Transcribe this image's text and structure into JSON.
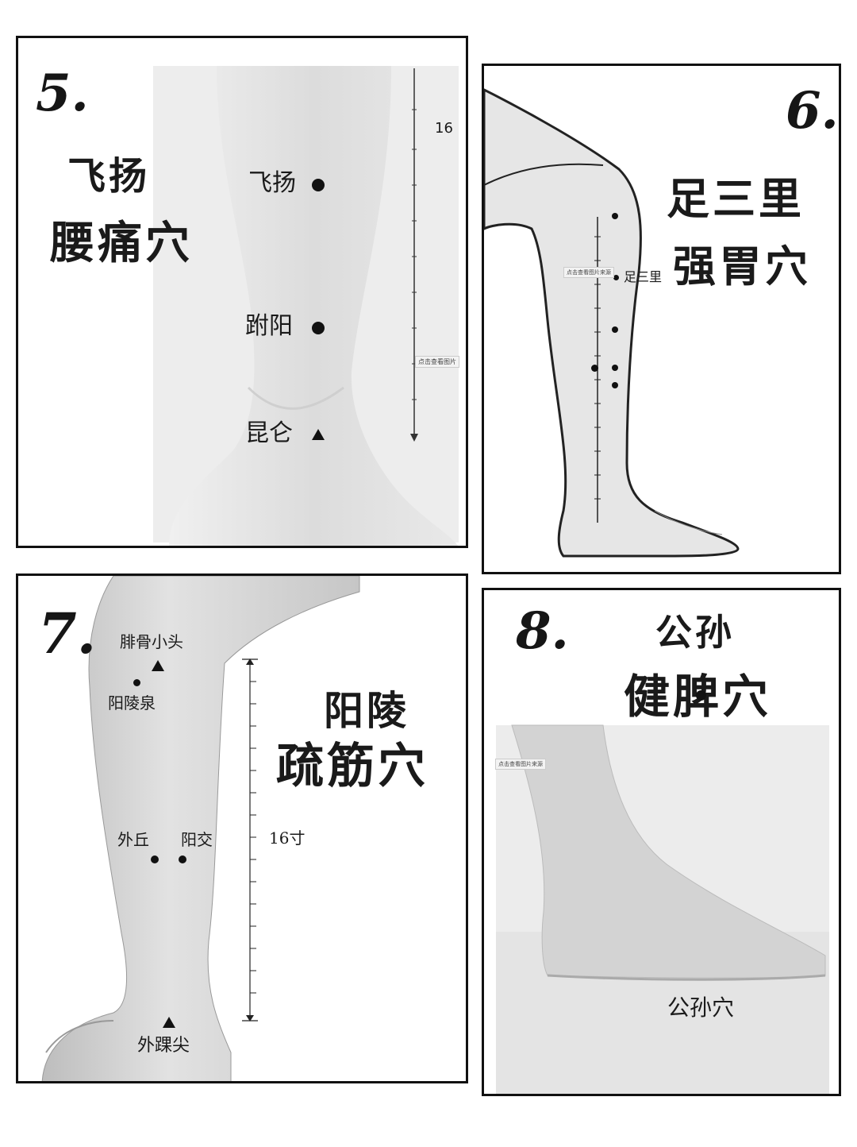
{
  "panel5": {
    "number": "5.",
    "title_line1": "飞扬",
    "title_line2": "腰痛穴",
    "scale_label": "16",
    "point1": "飞扬",
    "point2": "跗阳",
    "point3": "昆仑",
    "watermark": "点击查看图片"
  },
  "panel6": {
    "number": "6.",
    "title_line1": "足三里",
    "title_line2": "强胃穴",
    "point_label": "足三里",
    "watermark": "点击查看图片来源"
  },
  "panel7": {
    "number": "7.",
    "title_line1": "阳陵",
    "title_line2": "疏筋穴",
    "fibula_head": "腓骨小头",
    "yanglingquan": "阳陵泉",
    "waiqiu": "外丘",
    "yangjiao": "阳交",
    "scale_label": "16寸",
    "ankle": "外踝尖"
  },
  "panel8": {
    "number": "8.",
    "title_line1": "公孙",
    "title_line2": "健脾穴",
    "point_label": "公孙穴",
    "watermark": "点击查看图片来源"
  },
  "colors": {
    "border": "#111111",
    "skin_light": "#e2e2e2",
    "skin_mid": "#c9c9c9",
    "background": "#ffffff"
  }
}
